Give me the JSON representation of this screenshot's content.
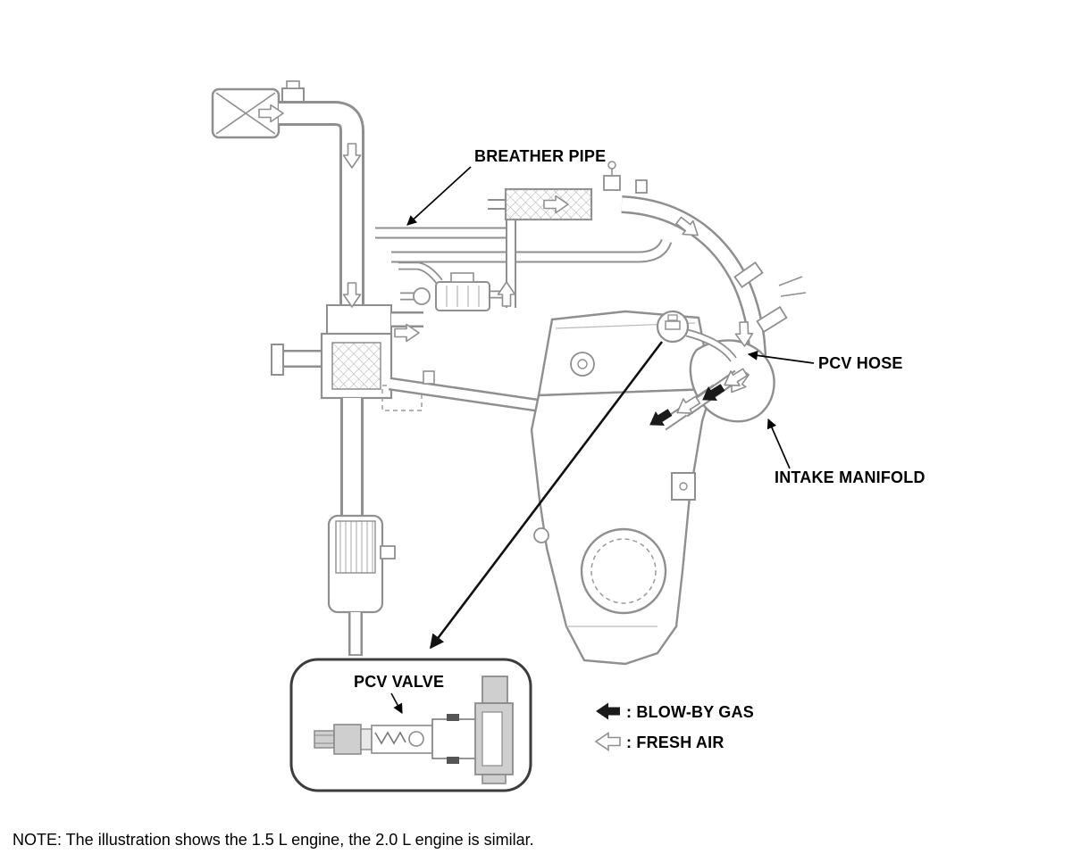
{
  "labels": {
    "breather_pipe": "BREATHER PIPE",
    "pcv_hose": "PCV HOSE",
    "intake_manifold": "INTAKE MANIFOLD",
    "pcv_valve": "PCV VALVE"
  },
  "legend": {
    "blow_by_gas_label": ": BLOW-BY GAS",
    "fresh_air_label": ": FRESH AIR",
    "blow_by_gas_symbol": "filled-black-arrow-left",
    "fresh_air_symbol": "outline-white-arrow-left"
  },
  "note": "NOTE: The illustration shows the 1.5 L engine, the 2.0 L engine is similar.",
  "colors": {
    "diagram_line": "#8f8f8f",
    "label_text": "#000000",
    "blow_by_arrow_fill": "#1a1a1a",
    "fresh_air_arrow_fill": "#ffffff",
    "background": "#ffffff"
  }
}
